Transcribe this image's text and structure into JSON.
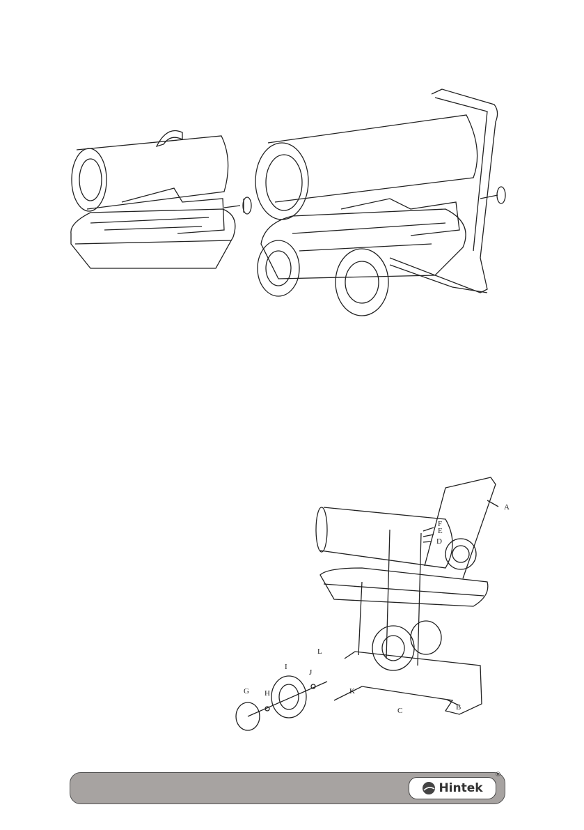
{
  "figures": {
    "top": {
      "description_visible": false
    },
    "exploded": {
      "part_labels": [
        "A",
        "B",
        "C",
        "D",
        "E",
        "F",
        "G",
        "H",
        "I",
        "J",
        "K",
        "L"
      ]
    }
  },
  "footer": {
    "brand": "Hintek",
    "registered_mark": "®",
    "bar_color": "#a7a3a1"
  }
}
